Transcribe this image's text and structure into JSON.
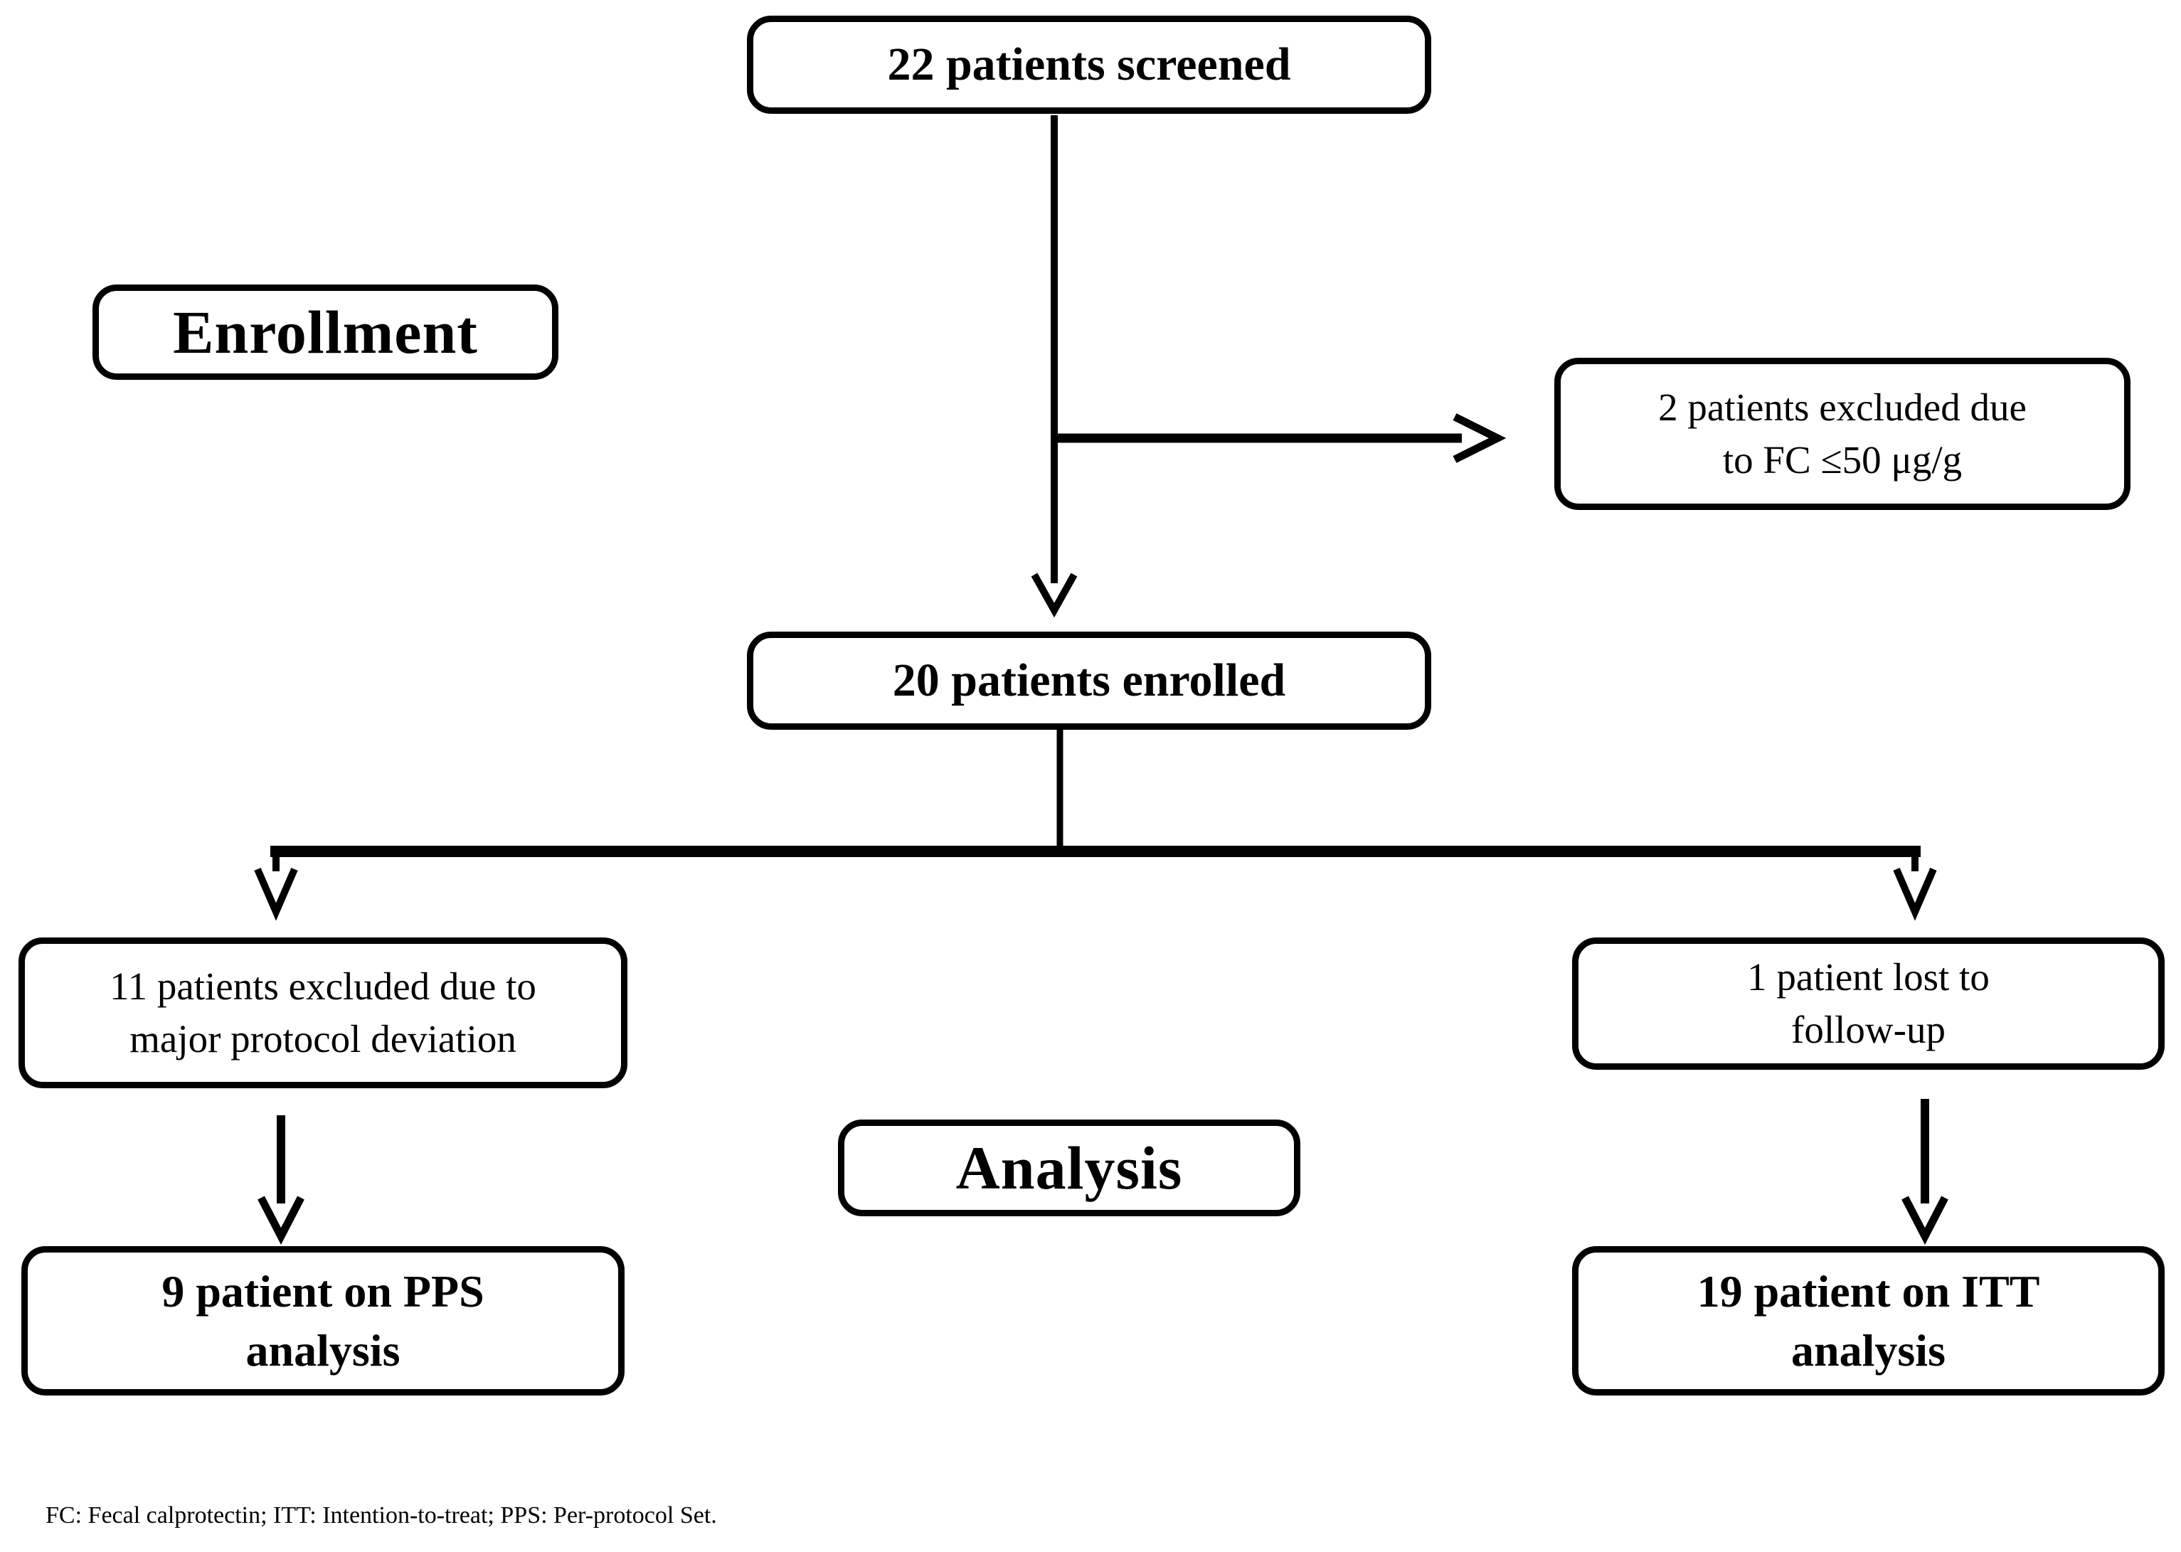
{
  "page": {
    "background_color": "#ffffff",
    "ink_color": "#000000"
  },
  "diagram": {
    "kind": "patient-flow-chart",
    "stage_labels": {
      "enrollment": "Enrollment",
      "analysis": "Analysis"
    },
    "nodes": {
      "screened": {
        "text": "22 patients screened"
      },
      "excluded_fc": {
        "lines": [
          "2 patients excluded due",
          "to FC ≤50 μg/g"
        ]
      },
      "enrolled": {
        "text": "20 patients enrolled"
      },
      "excluded_protocol": {
        "lines": [
          "11 patients excluded due to",
          "major protocol deviation"
        ]
      },
      "lost_followup": {
        "lines": [
          "1 patient lost to",
          "follow-up"
        ]
      },
      "pps": {
        "lines": [
          "9 patient on PPS",
          "analysis"
        ]
      },
      "itt": {
        "lines": [
          "19 patient on ITT",
          "analysis"
        ]
      }
    },
    "edges": [
      {
        "from": "screened",
        "to": "enrolled"
      },
      {
        "from": "screened",
        "to": "excluded_fc"
      },
      {
        "from": "enrolled",
        "to": "excluded_protocol"
      },
      {
        "from": "enrolled",
        "to": "lost_followup"
      },
      {
        "from": "excluded_protocol",
        "to": "pps"
      },
      {
        "from": "lost_followup",
        "to": "itt"
      }
    ],
    "footnote": "FC: Fecal calprotectin; ITT: Intention-to-treat; PPS: Per-protocol Set."
  }
}
